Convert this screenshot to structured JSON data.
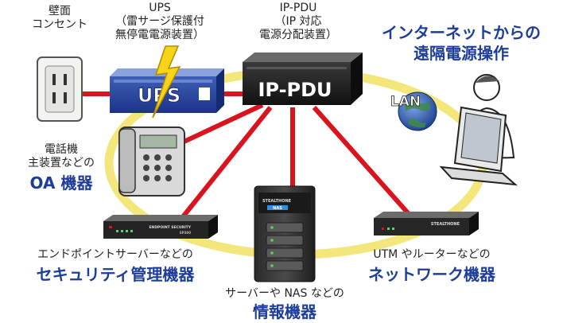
{
  "labels": {
    "wall_outlet": [
      "壁面",
      "コンセント"
    ],
    "ups": [
      "UPS",
      "（雷サージ保護付",
      "無停電電源装置）"
    ],
    "ip_pdu": [
      "IP-PDU",
      "（IP 対応",
      "電源分配装置）"
    ],
    "remote": [
      "インターネットからの",
      "遠隔電源操作"
    ],
    "phone": [
      "電話機",
      "主装置などの"
    ],
    "phone_category": "OA 機器",
    "endpoint": "エンドポイントサーバーなどの",
    "endpoint_category": "セキュリティ管理機器",
    "server": "サーバーや NAS などの",
    "server_category": "情報機器",
    "utm": "UTM やルーターなどの",
    "utm_category": "ネットワーク機器"
  },
  "device_text": {
    "ups_front": "UPS",
    "pdu_front": "IP-PDU",
    "lan_badge": "LAN",
    "nas_brand": "STEALTHONE",
    "nas_screen": "NAS",
    "endpoint_front": "ENDPOINT SECURITY",
    "endpoint_model": "EP300",
    "utm_brand": "STEALTHONE"
  },
  "colors": {
    "accent_blue": "#1e3d9a",
    "power_red": "#d9141e",
    "network_ring": "#f3e67a",
    "lightning": "#f7d417"
  }
}
